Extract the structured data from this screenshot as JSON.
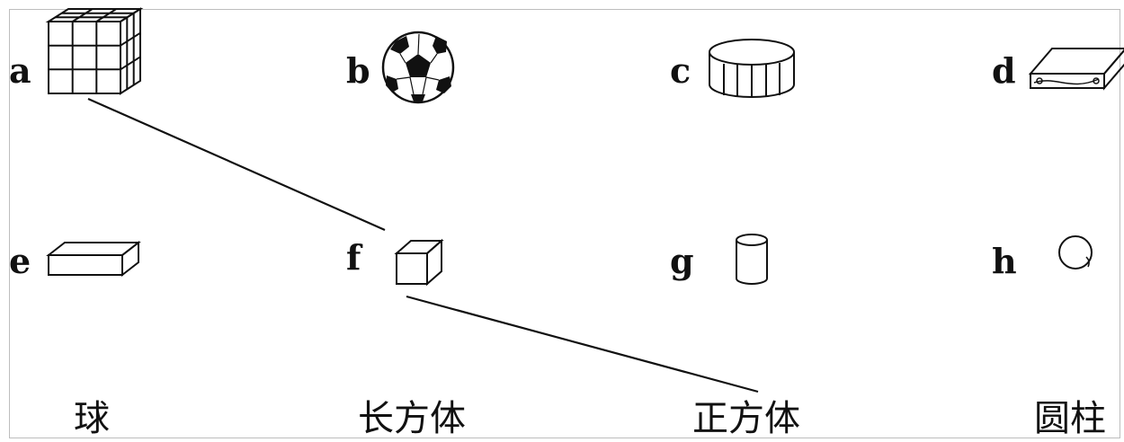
{
  "items": [
    {
      "letter": "a",
      "icon": "rubiks-cube-icon"
    },
    {
      "letter": "b",
      "icon": "soccer-ball-icon"
    },
    {
      "letter": "c",
      "icon": "drum-cylinder-icon"
    },
    {
      "letter": "d",
      "icon": "box-device-icon"
    },
    {
      "letter": "e",
      "icon": "rectangular-prism-icon"
    },
    {
      "letter": "f",
      "icon": "small-cube-icon"
    },
    {
      "letter": "g",
      "icon": "cylinder-icon"
    },
    {
      "letter": "h",
      "icon": "circle-ball-icon"
    }
  ],
  "categories": [
    "球",
    "长方体",
    "正方体",
    "圆柱"
  ],
  "connections": [
    {
      "from": "a",
      "to": "f"
    },
    {
      "from": "f",
      "to": "正方体"
    }
  ]
}
